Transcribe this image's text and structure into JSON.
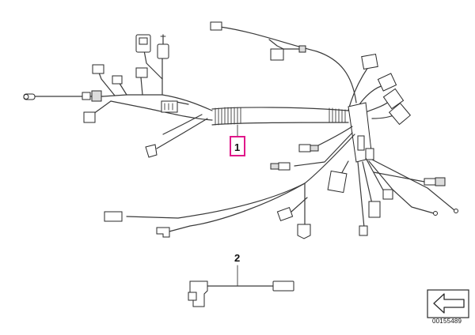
{
  "callouts": {
    "harness_main": "1",
    "harness_adapter": "2"
  },
  "diagram_code": "00155489",
  "colors": {
    "callout_highlight": "#e0188a",
    "line": "#3a3a3a"
  },
  "icons": {
    "nav_arrow": "left-arrow-icon"
  }
}
